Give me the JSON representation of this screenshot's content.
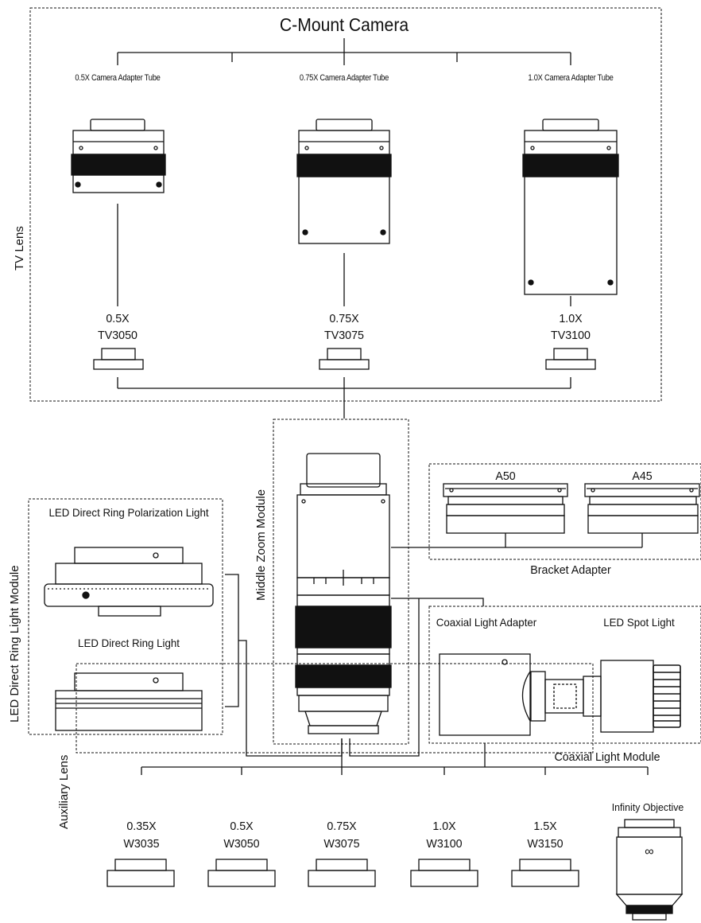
{
  "tv_module": {
    "title": "C-Mount Camera",
    "side_label": "TV Lens",
    "adapters": [
      {
        "label": "0.5X Camera Adapter Tube",
        "mag": "0.5X",
        "code": "TV3050"
      },
      {
        "label": "0.75X Camera Adapter Tube",
        "mag": "0.75X",
        "code": "TV3075"
      },
      {
        "label": "1.0X Camera Adapter Tube",
        "mag": "1.0X",
        "code": "TV3100"
      }
    ]
  },
  "zoom_module": {
    "label": "Middle Zoom Module"
  },
  "bracket_module": {
    "label": "Bracket Adapter",
    "items": [
      "A50",
      "A45"
    ]
  },
  "ring_light_module": {
    "side_label": "LED Direct Ring Light Module",
    "polarization_label": "LED Direct Ring Polarization Light",
    "ring_label": "LED Direct Ring Light"
  },
  "coaxial_module": {
    "label": "Coaxial Light Module",
    "adapter_label": "Coaxial Light Adapter",
    "spot_label": "LED Spot Light"
  },
  "auxiliary_module": {
    "side_label": "Auxiliary Lens",
    "lenses": [
      {
        "mag": "0.35X",
        "code": "W3035"
      },
      {
        "mag": "0.5X",
        "code": "W3050"
      },
      {
        "mag": "0.75X",
        "code": "W3075"
      },
      {
        "mag": "1.0X",
        "code": "W3100"
      },
      {
        "mag": "1.5X",
        "code": "W3150"
      }
    ]
  },
  "objective": {
    "label": "Infinity Objective",
    "symbol": "∞"
  }
}
